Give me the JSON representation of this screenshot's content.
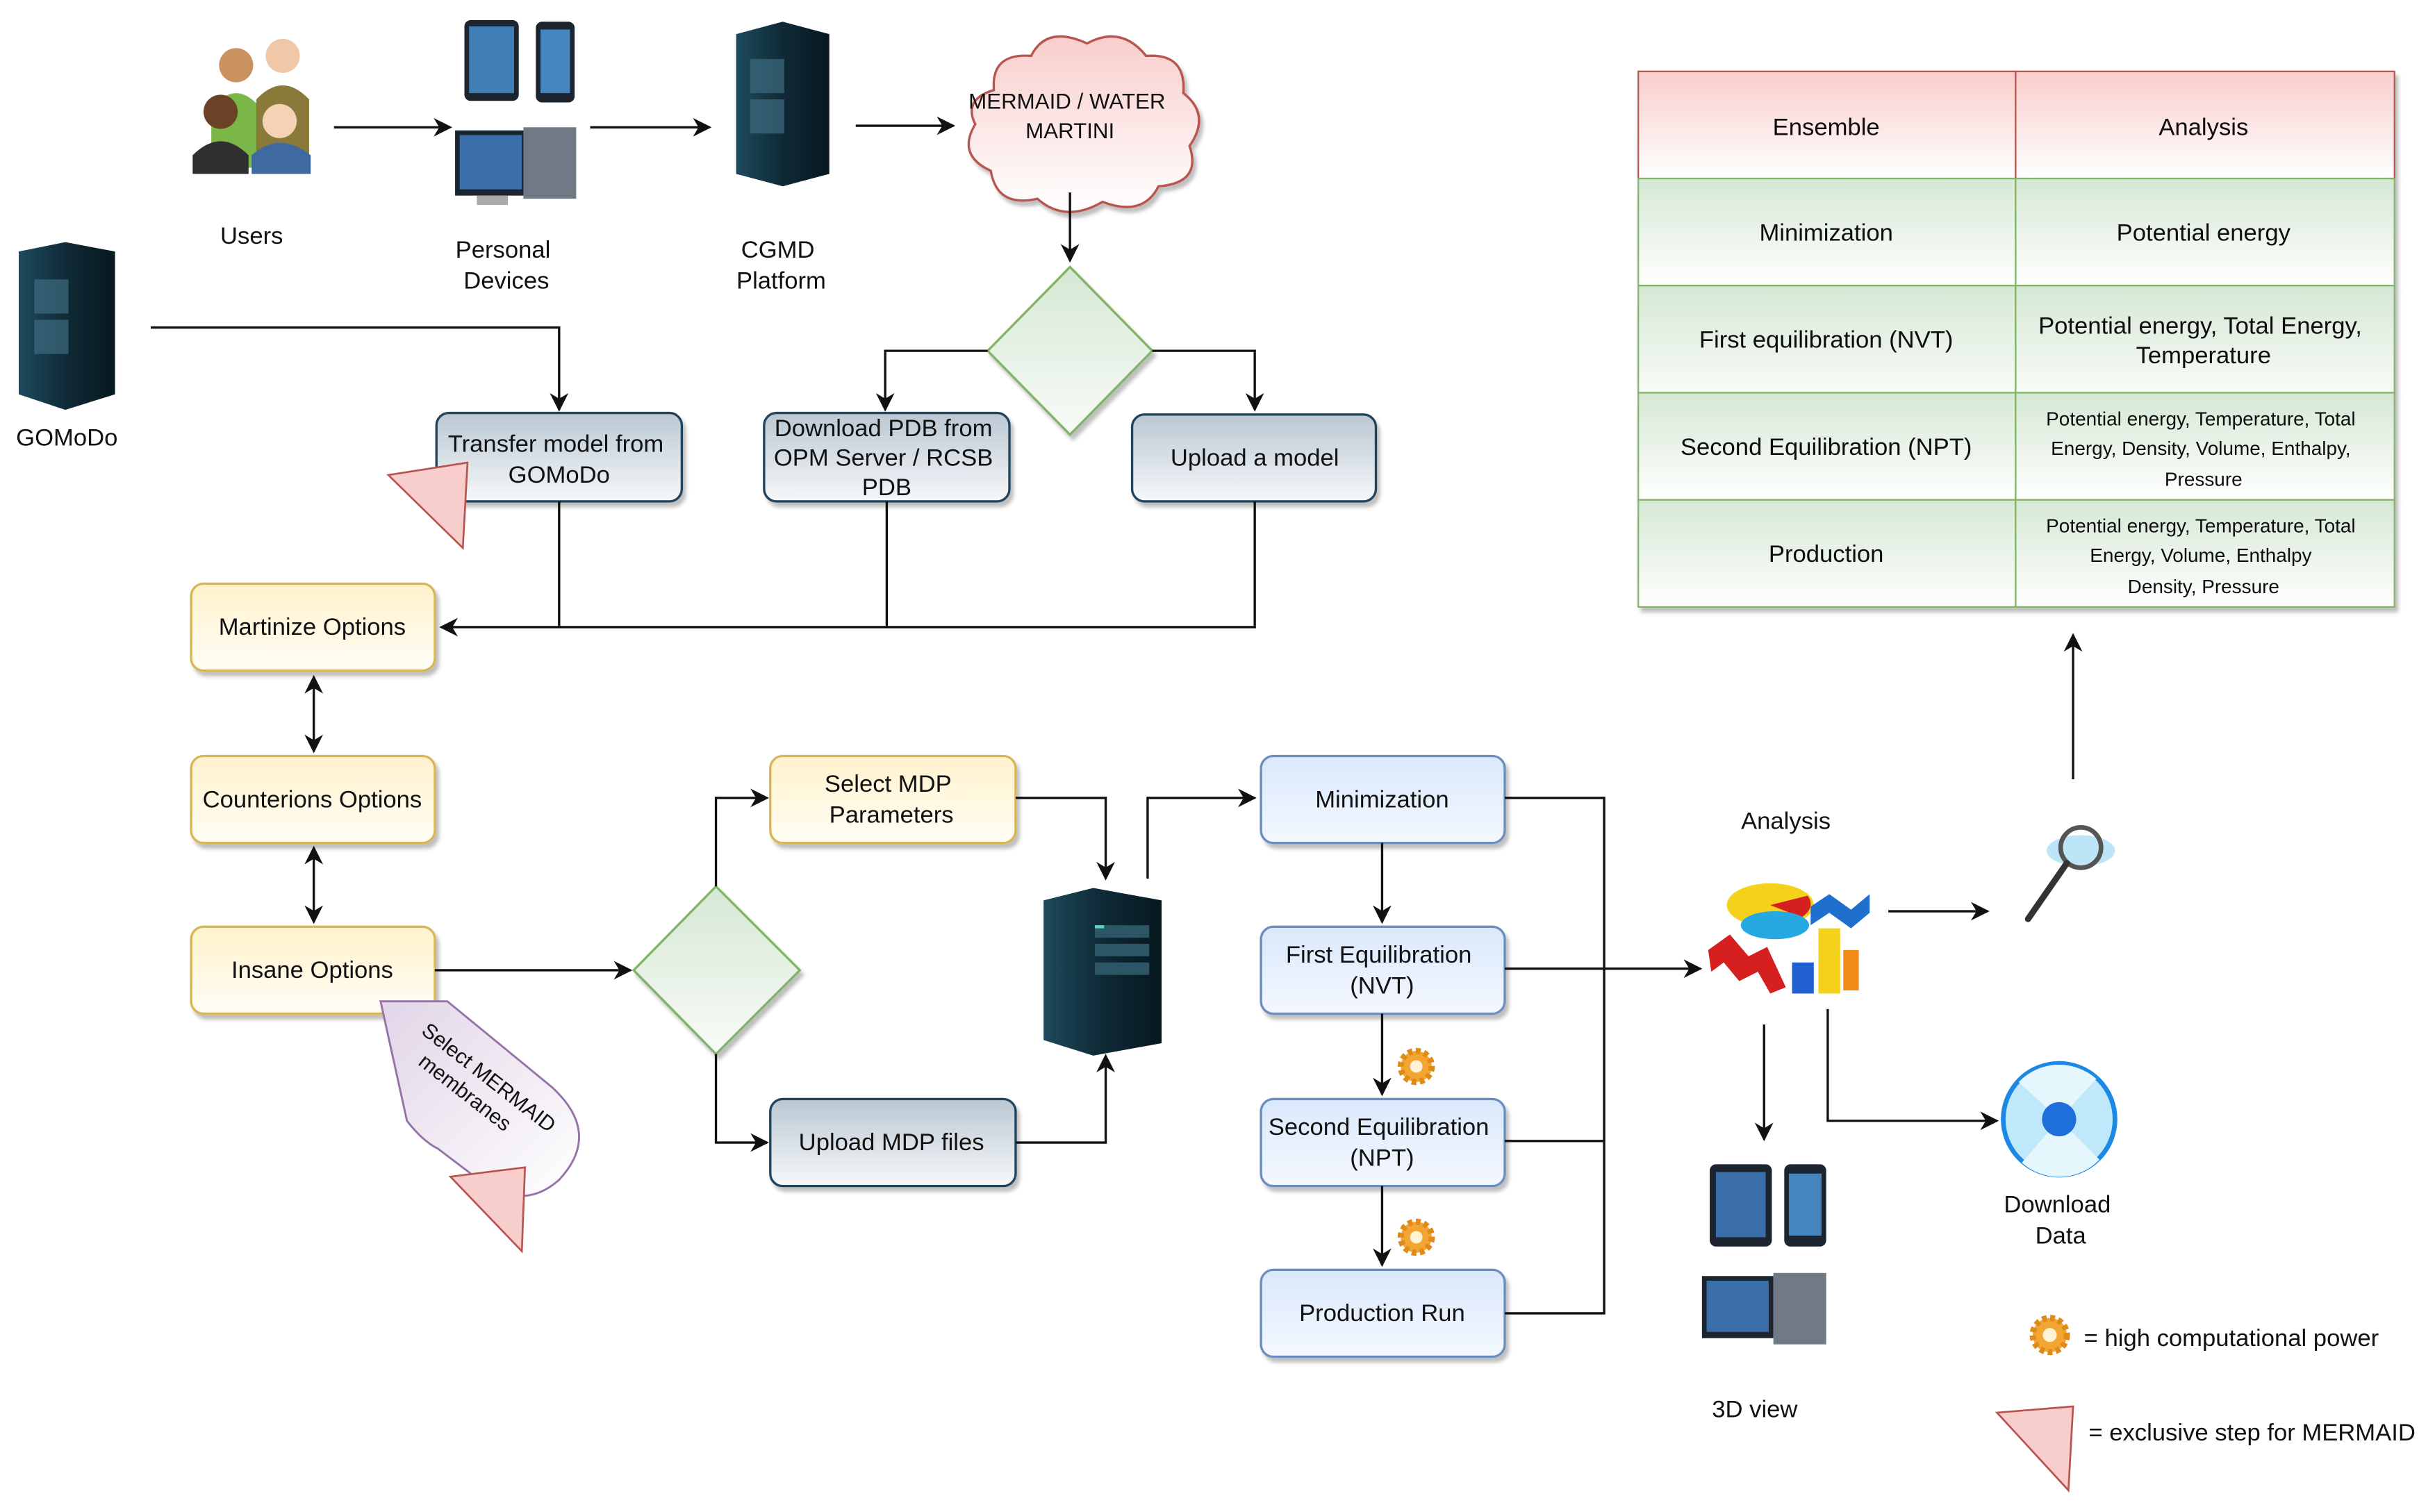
{
  "top_flow": {
    "users_label": "Users",
    "devices_label": [
      "Personal",
      "Devices"
    ],
    "platform_label": [
      "CGMD",
      "Platform"
    ],
    "cloud_label": [
      "MERMAID / WATER",
      "MARTINI"
    ],
    "gomodo_label": "GOMoDo"
  },
  "input_nodes": {
    "transfer": [
      "Transfer model from",
      "GOMoDo"
    ],
    "download": [
      "Download PDB from",
      "OPM Server / RCSB",
      "PDB"
    ],
    "upload": "Upload a model"
  },
  "option_nodes": {
    "martinize": "Martinize Options",
    "counterions": "Counterions Options",
    "insane": "Insane Options",
    "mermaid_membranes": [
      "Select MERMAID",
      "membranes"
    ]
  },
  "mdp_nodes": {
    "select_mdp": [
      "Select MDP",
      "Parameters"
    ],
    "upload_mdp": "Upload MDP files"
  },
  "simulation_steps": {
    "minimization": "Minimization",
    "first_eq": [
      "First Equilibration",
      "(NVT)"
    ],
    "second_eq": [
      "Second Equilibration",
      "(NPT)"
    ],
    "production": "Production Run"
  },
  "outputs": {
    "analysis_label": "Analysis",
    "view3d_label": "3D view",
    "download_label": [
      "Download",
      "Data"
    ]
  },
  "legend": {
    "gear": "= high computational power",
    "triangle": "= exclusive step for MERMAID"
  },
  "table": {
    "headers": [
      "Ensemble",
      "Analysis"
    ],
    "rows": [
      {
        "ensemble": "Minimization",
        "analysis": [
          "Potential energy"
        ]
      },
      {
        "ensemble": "First equilibration (NVT)",
        "analysis": [
          "Potential energy, Total Energy,",
          "Temperature"
        ]
      },
      {
        "ensemble": "Second Equilibration (NPT)",
        "analysis": [
          "Potential energy, Temperature, Total",
          "Energy, Density, Volume, Enthalpy,",
          "Pressure"
        ]
      },
      {
        "ensemble": "Production",
        "analysis": [
          "Potential energy, Temperature, Total",
          "Energy, Volume, Enthalpy",
          "Density, Pressure"
        ]
      }
    ]
  },
  "colors": {
    "yellow_fill": "#fff2cc",
    "yellow_stroke": "#d6b656",
    "blue_fill": "#dae8fc",
    "blue_stroke": "#6c8ebf",
    "steel_fill": "#bac8d3",
    "steel_stroke": "#23445d",
    "green_fill": "#d5e8d4",
    "green_stroke": "#82b366",
    "red_fill": "#f8cecc",
    "red_stroke": "#b85450",
    "purple_fill": "#e1d5e7",
    "purple_stroke": "#9673a6"
  }
}
